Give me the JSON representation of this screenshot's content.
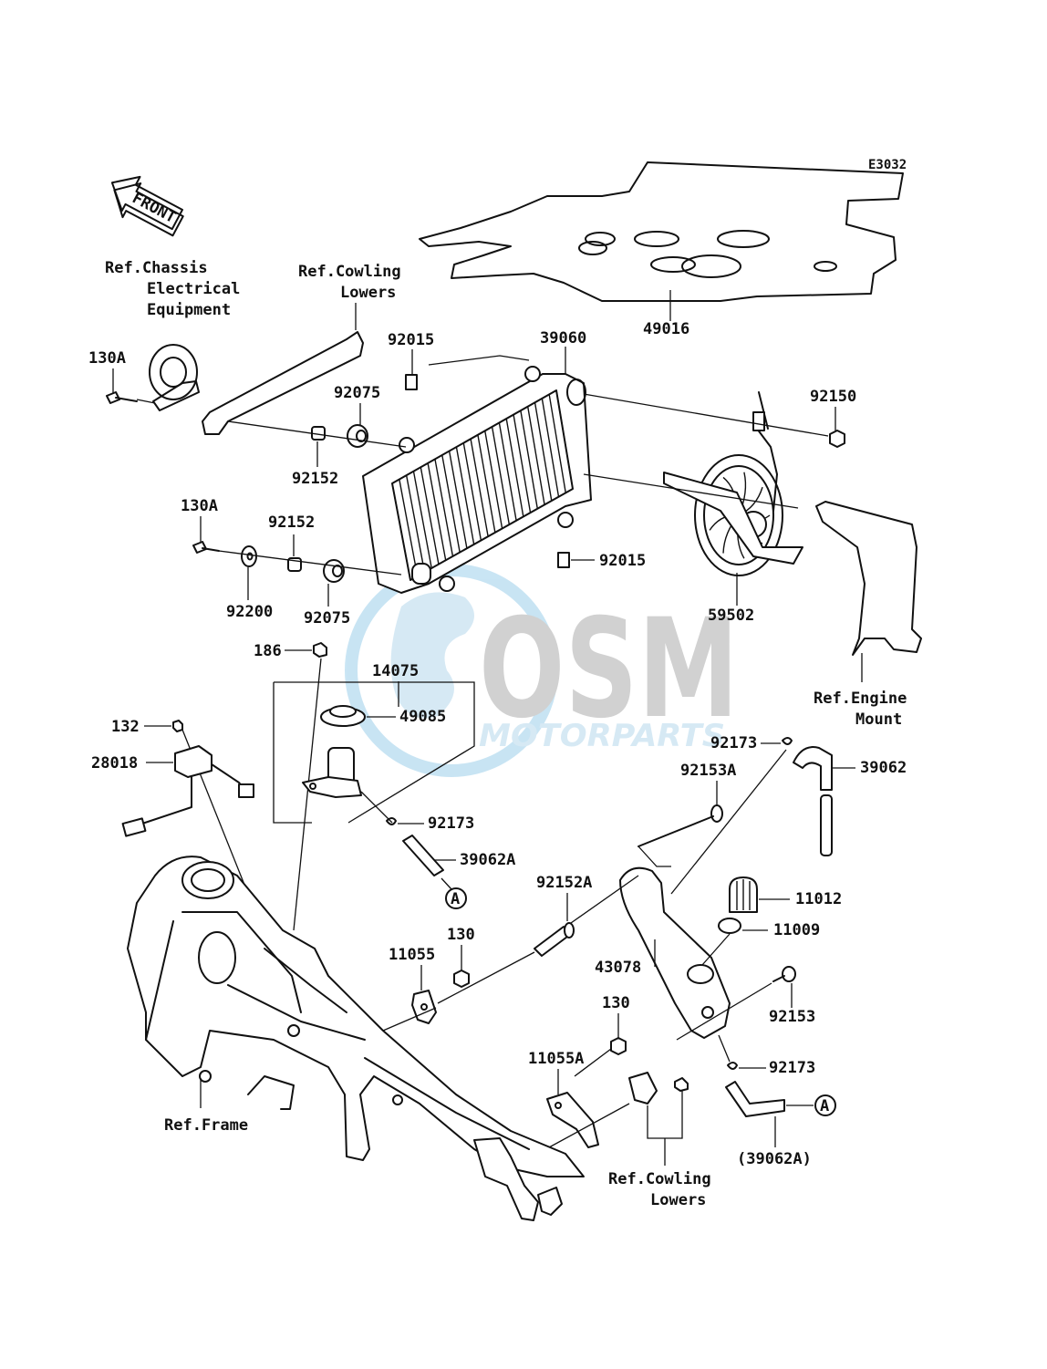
{
  "diagram_code": "E3032",
  "front_arrow_label": "FRONT",
  "references": {
    "chassis_electrical": [
      "Ref.Chassis",
      "Electrical",
      "Equipment"
    ],
    "cowling_lowers_top": [
      "Ref.Cowling",
      "Lowers"
    ],
    "engine_mount": [
      "Ref.Engine",
      "Mount"
    ],
    "frame": "Ref.Frame",
    "cowling_lowers_bottom": [
      "Ref.Cowling",
      "Lowers"
    ]
  },
  "part_labels": {
    "p49016": "49016",
    "p39060": "39060",
    "p92015_top": "92015",
    "p92015_bot": "92015",
    "p92075_top": "92075",
    "p92075_bot": "92075",
    "p92150": "92150",
    "p130A_top": "130A",
    "p130A_bot": "130A",
    "p92152_top": "92152",
    "p92152_bot": "92152",
    "p92200": "92200",
    "p59502": "59502",
    "p186": "186",
    "p14075": "14075",
    "p49085": "49085",
    "p92173_a": "92173",
    "p92173_b": "92173",
    "p92173_c": "92173",
    "p39062": "39062",
    "p39062A": "39062A",
    "p39062A_paren": "(39062A)",
    "p92153A": "92153A",
    "p92152A": "92152A",
    "p11012": "11012",
    "p11009": "11009",
    "p132": "132",
    "p28018": "28018",
    "p130_a": "130",
    "p130_b": "130",
    "p11055": "11055",
    "p11055A": "11055A",
    "p43078": "43078",
    "p92153": "92153"
  },
  "connector_markers": [
    "A",
    "A"
  ],
  "watermark": {
    "logo_text": "OSM",
    "sub_text": "MOTORPARTS",
    "colors": {
      "globe": "#bfe0f2",
      "letters": "#c9c9c9",
      "sub": "#cfe6f3"
    }
  }
}
